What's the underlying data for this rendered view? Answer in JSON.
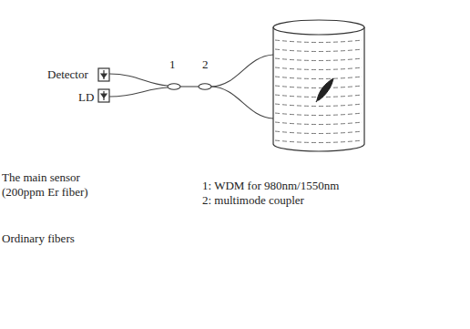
{
  "diagram": {
    "labels": [
      "Detector",
      "LD",
      "1",
      "2",
      "The main sensor (200ppm Er fiber)",
      "Ordinary fibers",
      "1: WDM for 980nm/1550nm",
      "2: multimode coupler"
    ]
  }
}
